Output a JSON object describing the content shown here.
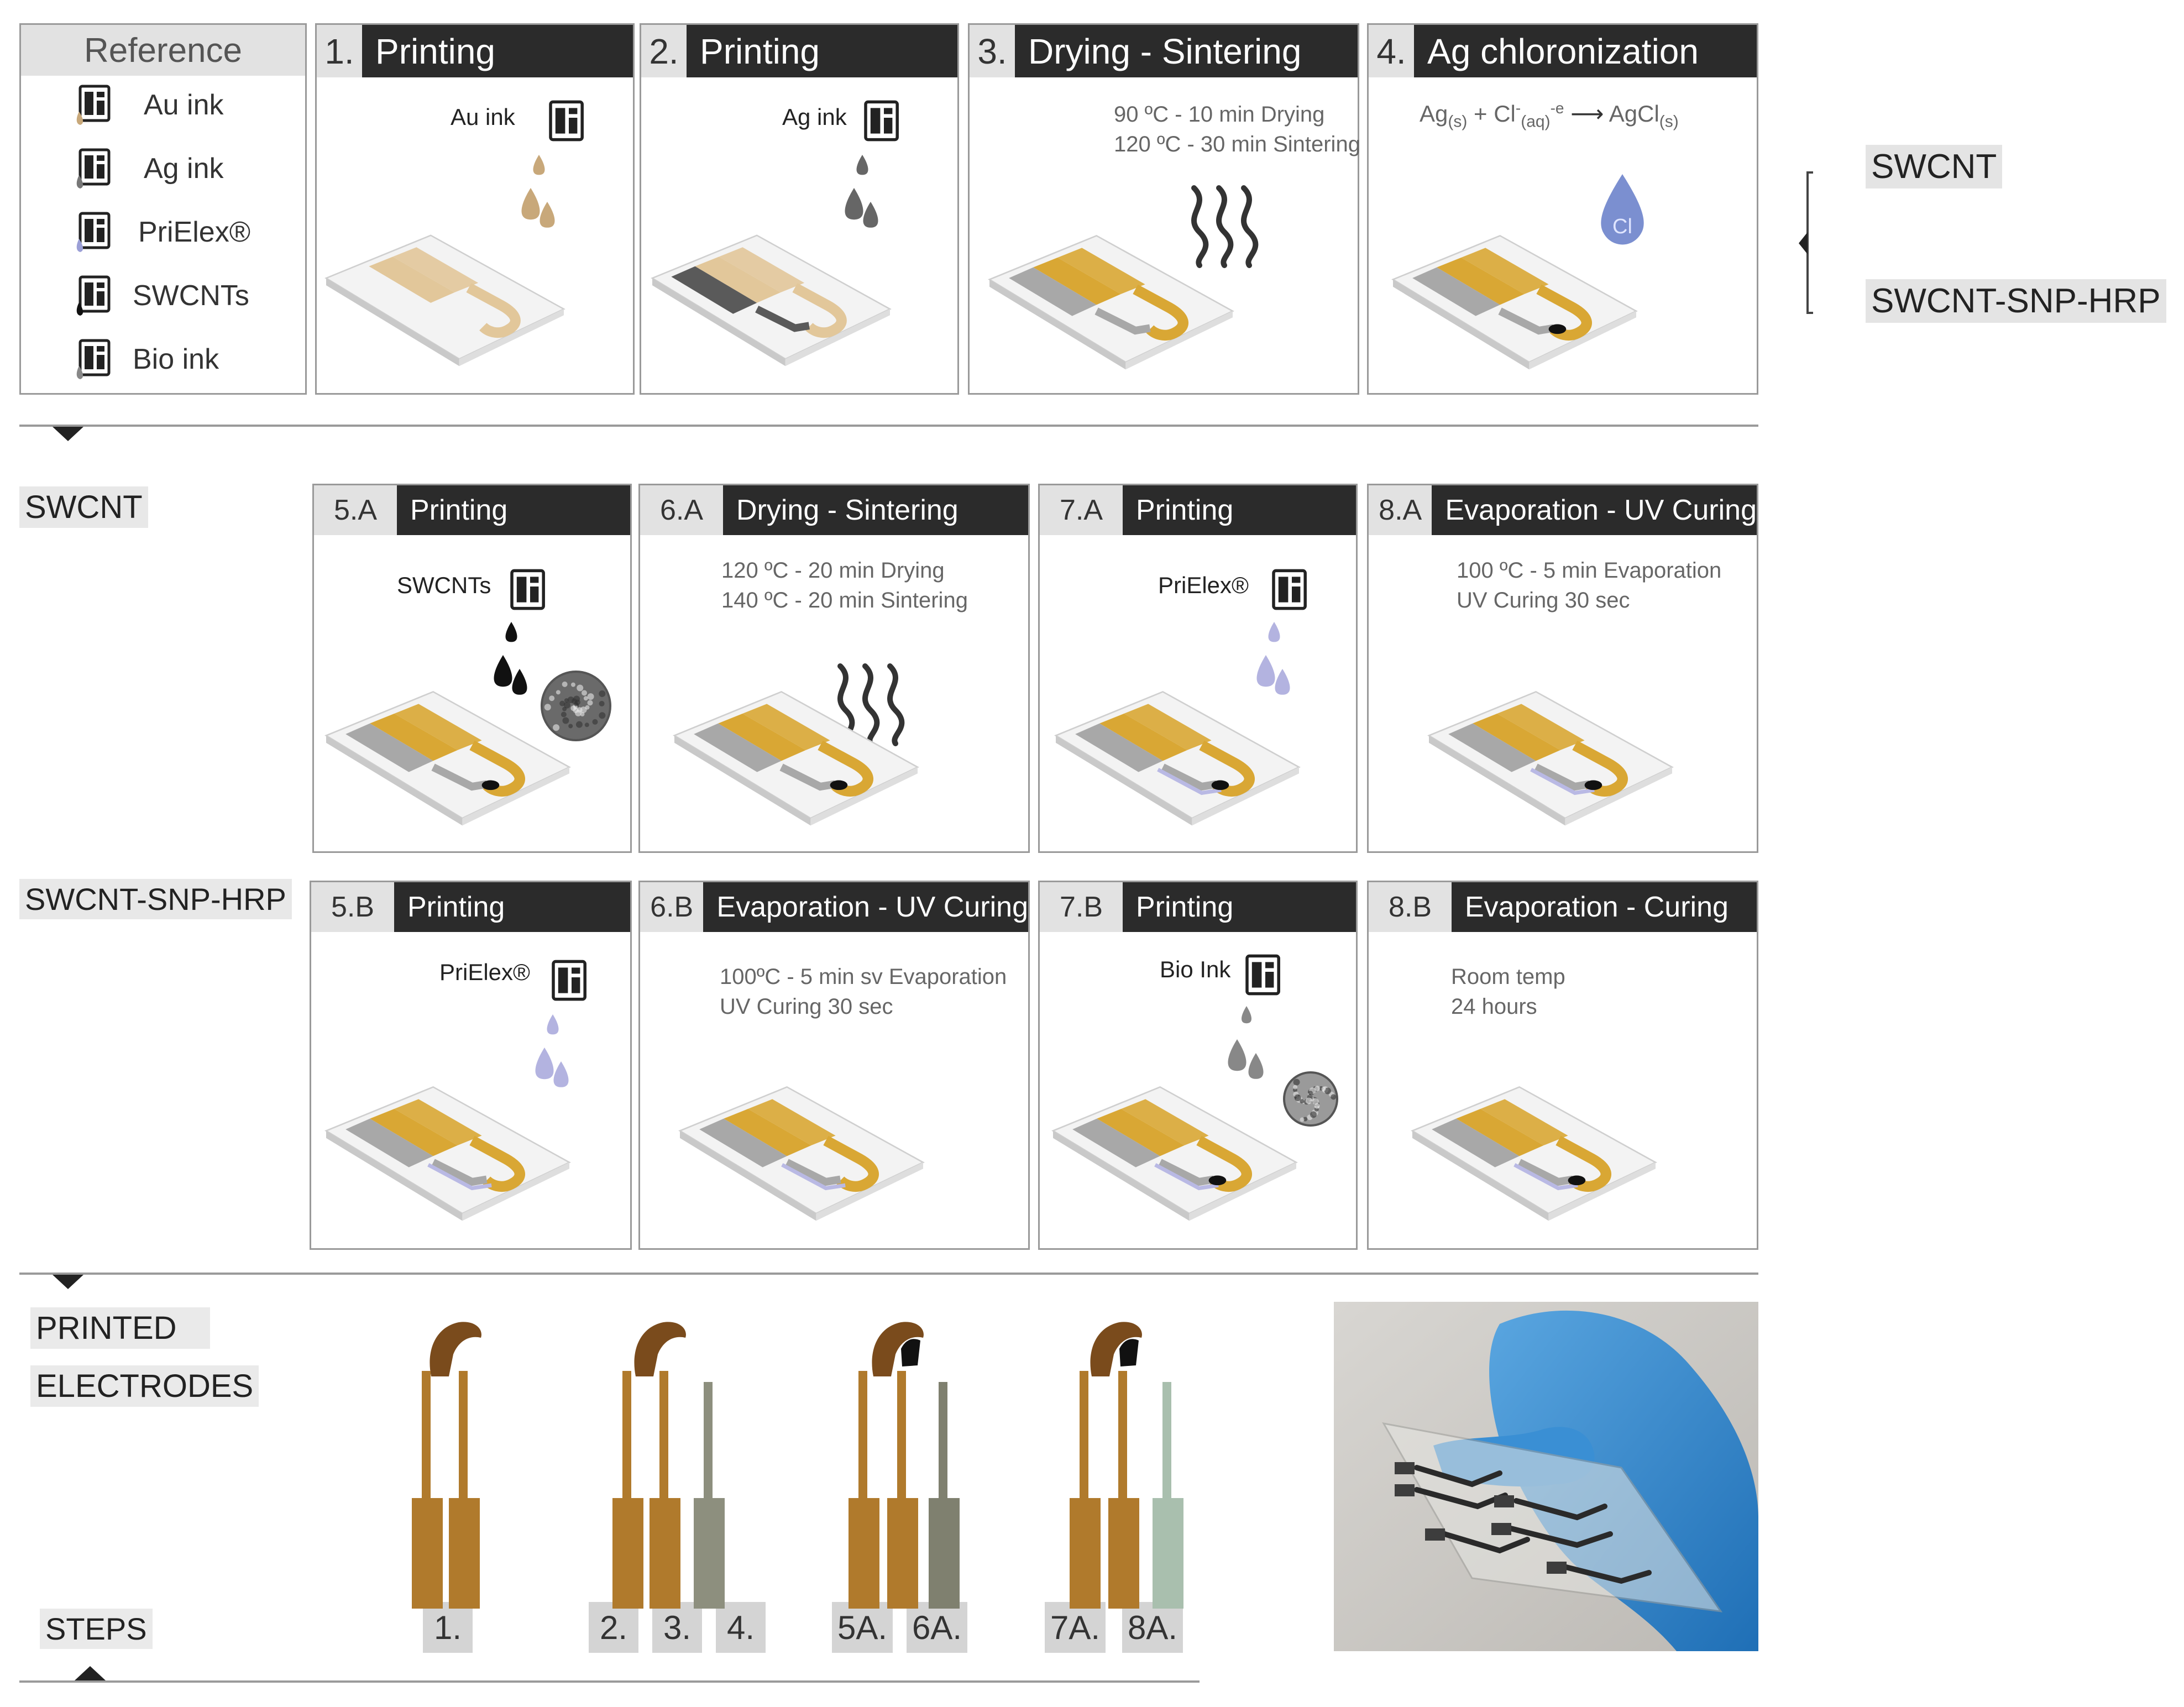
{
  "reference": {
    "title": "Reference",
    "items": [
      {
        "label": "Au ink",
        "icon": "cartridge-icon",
        "color": "#c8a87a"
      },
      {
        "label": "Ag ink",
        "icon": "cartridge-icon",
        "color": "#777777"
      },
      {
        "label": "PriElex®",
        "icon": "cartridge-icon",
        "color": "#9b9fd6"
      },
      {
        "label": "SWCNTs",
        "icon": "cartridge-icon",
        "color": "#111111"
      },
      {
        "label": "Bio ink",
        "icon": "cartridge-icon",
        "color": "#888888"
      }
    ]
  },
  "top_steps": [
    {
      "num": "1.",
      "title": "Printing",
      "ink_label": "Au ink",
      "drop_color": "#c8a87a"
    },
    {
      "num": "2.",
      "title": "Printing",
      "ink_label": "Ag ink",
      "drop_color": "#666666"
    },
    {
      "num": "3.",
      "title": "Drying - Sintering",
      "note_line1": "90 ºC - 10 min Drying",
      "note_line2": "120 ºC - 30 min Sintering"
    },
    {
      "num": "4.",
      "title": "Ag chloronization",
      "eq_ag": "Ag",
      "eq_s": "(s)",
      "eq_plus": " + Cl",
      "eq_minus": "-",
      "eq_aq": "(aq)",
      "eq_e": "-e",
      "eq_arrow": "⟶",
      "eq_agcl": "AgCl",
      "eq_s2": "(s)",
      "drop_text": "Cl",
      "drop_color": "#7b8fd0"
    }
  ],
  "branch": {
    "label_a": "SWCNT",
    "label_b": "SWCNT-SNP-HRP"
  },
  "row_a": {
    "label": "SWCNT",
    "steps": [
      {
        "num": "5.A",
        "title": "Printing",
        "ink_label": "SWCNTs",
        "drop_color": "#111111"
      },
      {
        "num": "6.A",
        "title": "Drying - Sintering",
        "note_line1": "120 ºC - 20 min Drying",
        "note_line2": "140 ºC - 20 min Sintering"
      },
      {
        "num": "7.A",
        "title": "Printing",
        "ink_label": "PriElex®",
        "drop_color": "#b3b3e0"
      },
      {
        "num": "8.A",
        "title": "Evaporation - UV Curing",
        "note_line1": "100 ºC - 5 min Evaporation",
        "note_line2": "UV Curing 30 sec"
      }
    ]
  },
  "row_b": {
    "label": "SWCNT-SNP-HRP",
    "steps": [
      {
        "num": "5.B",
        "title": "Printing",
        "ink_label": "PriElex®",
        "drop_color": "#b3b3e0"
      },
      {
        "num": "6.B",
        "title": "Evaporation - UV Curing",
        "note_line1": "100ºC - 5 min sv Evaporation",
        "note_line2": "UV Curing 30 sec"
      },
      {
        "num": "7.B",
        "title": "Printing",
        "ink_label": "Bio Ink",
        "drop_color": "#888888"
      },
      {
        "num": "8.B",
        "title": "Evaporation - Curing",
        "note_line1": "Room temp",
        "note_line2": "24 hours"
      }
    ]
  },
  "printed": {
    "title_line1": "PRINTED",
    "title_line2": "ELECTRODES",
    "steps_label": "STEPS",
    "step_labels": [
      "1.",
      "2.",
      "3.",
      "4.",
      "5A.",
      "6A.",
      "7A.",
      "8A."
    ]
  },
  "colors": {
    "gold": "#d9a734",
    "silver": "#a8a8a8",
    "board": "#ebebeb",
    "header": "#2b2b2b",
    "glove": "#3c8fd0"
  }
}
